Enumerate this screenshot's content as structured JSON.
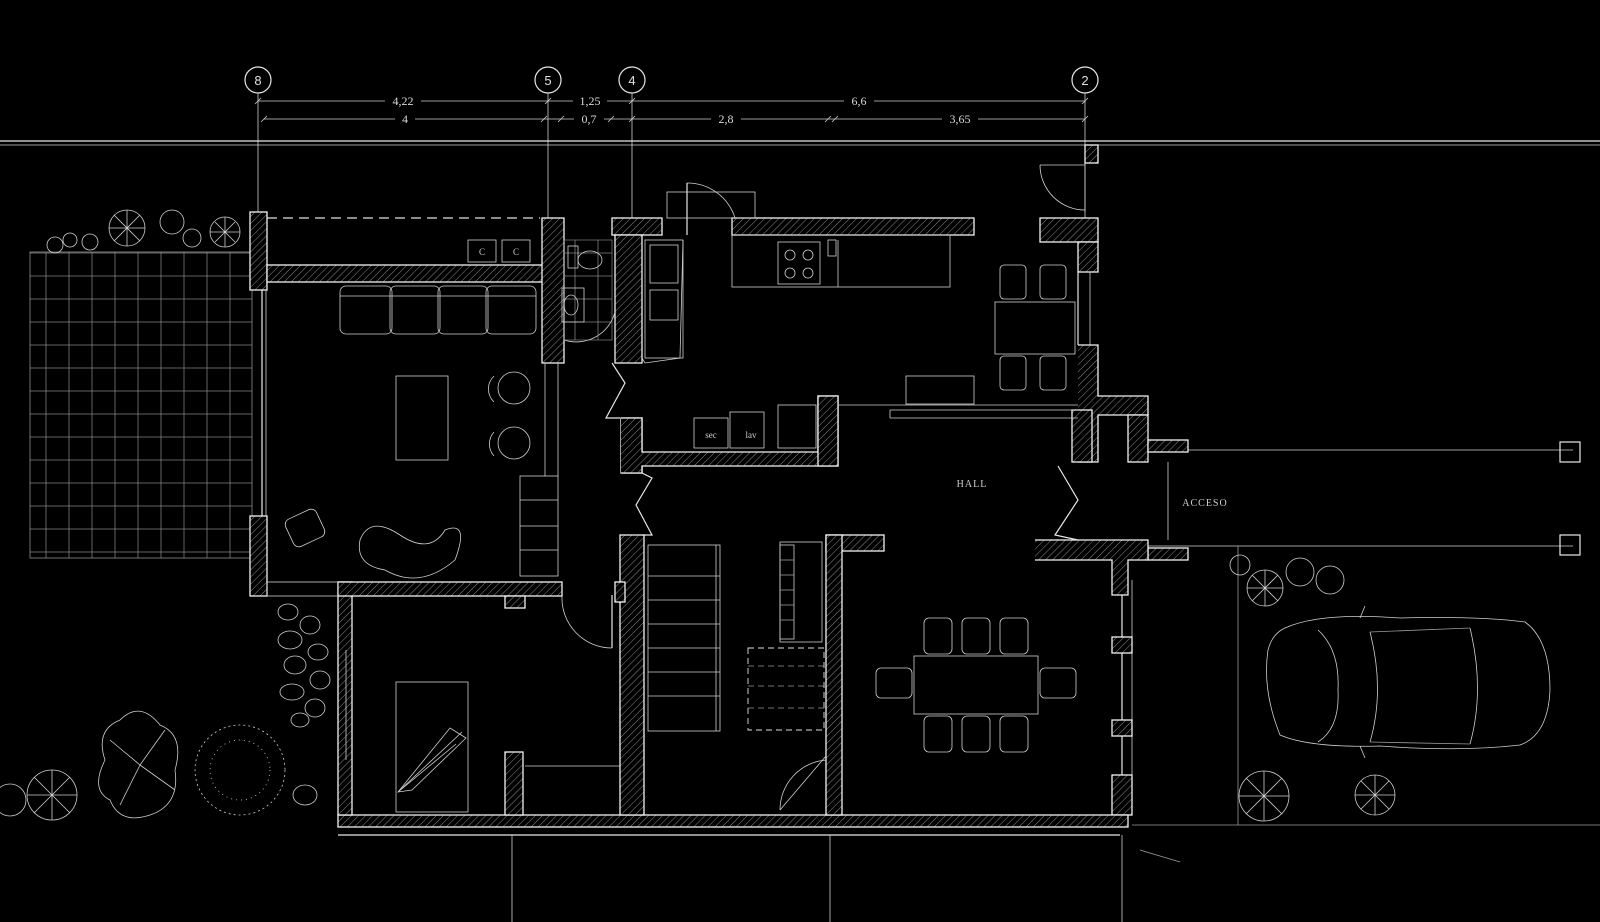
{
  "grid_axes": [
    "8",
    "5",
    "4",
    "2"
  ],
  "dimensions_top": [
    "4,22",
    "1,25",
    "6,6"
  ],
  "dimensions_bottom": [
    "4",
    "0,7",
    "2,8",
    "3,65"
  ],
  "rooms": {
    "hall": "HALL",
    "acceso": "ACCESO"
  },
  "appliances": {
    "sec": "sec",
    "lav": "lav"
  },
  "kitchen_counter_marks": [
    "C",
    "C"
  ]
}
